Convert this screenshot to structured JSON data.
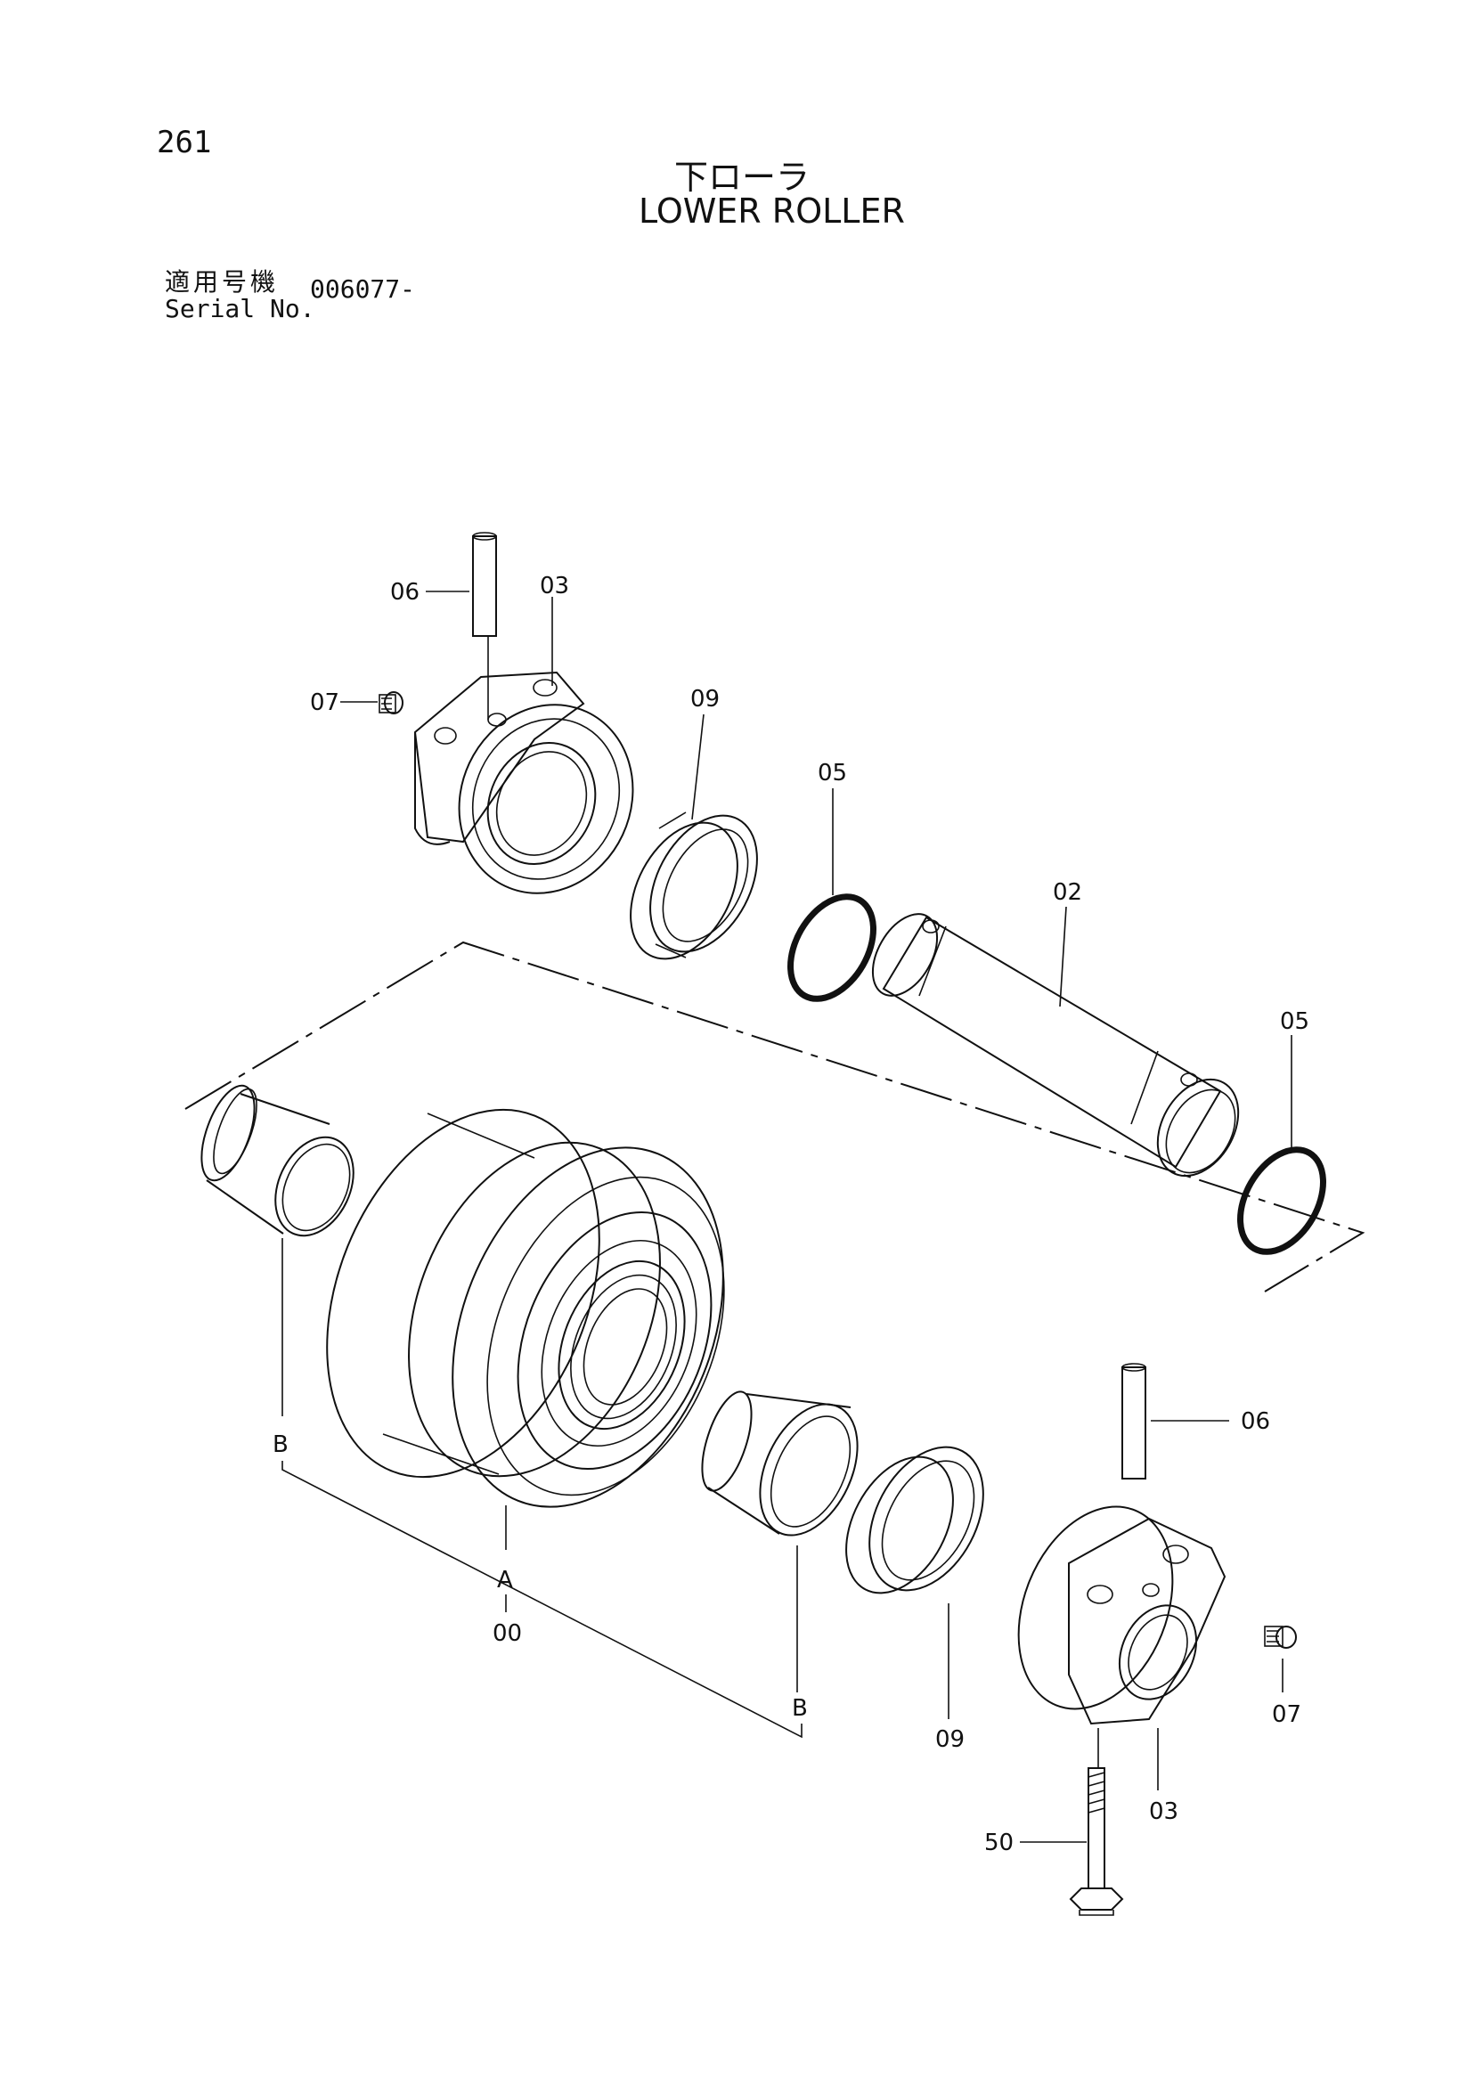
{
  "header": {
    "page_number": "261",
    "title_jp": "下ローラ",
    "title_en": "LOWER ROLLER",
    "serial_label_jp": "適用号機",
    "serial_label_en": "Serial No.",
    "serial_value": "006077-"
  },
  "callouts": {
    "c06_top": "06",
    "c03_top": "03",
    "c07_top": "07",
    "c09_top": "09",
    "c05_top": "05",
    "c02": "02",
    "c05_right": "05",
    "cB_left": "B",
    "cA": "A",
    "c00": "00",
    "cB_right": "B",
    "c09_bottom": "09",
    "c06_bottom": "06",
    "c07_bottom": "07",
    "c03_bottom": "03",
    "c50": "50"
  }
}
